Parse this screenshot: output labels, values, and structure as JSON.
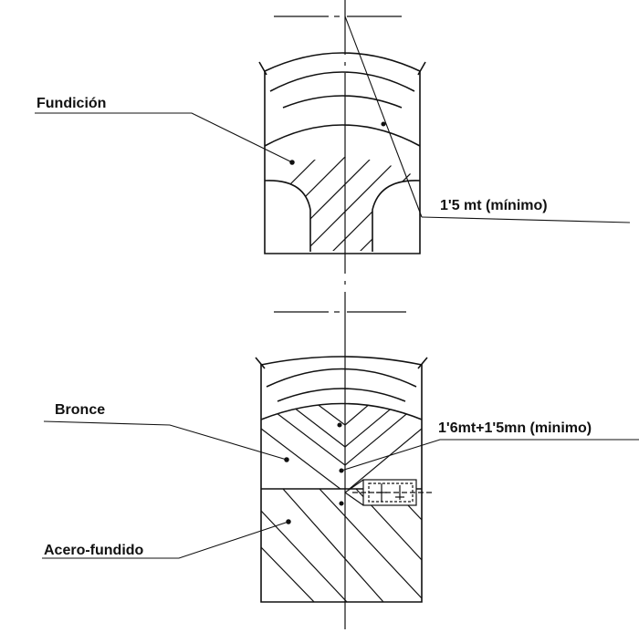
{
  "labels": {
    "fundicion": "Fundición",
    "teeth_thickness_upper": "1'5 mt (mínimo)",
    "bronce": "Bronce",
    "teeth_thickness_lower": "1'6mt+1'5mn (minimo)",
    "acero_fundido": "Acero-fundido"
  },
  "colors": {
    "ink": "#111111",
    "background": "#ffffff"
  }
}
